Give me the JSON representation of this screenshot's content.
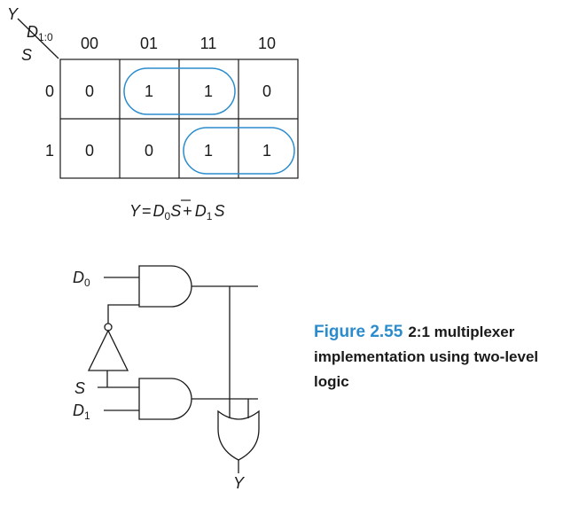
{
  "kmap": {
    "out_var": "Y",
    "col_var_base": "D",
    "col_var_sub": "1:0",
    "row_var": "S",
    "col_headers": [
      "00",
      "01",
      "11",
      "10"
    ],
    "row_headers": [
      "0",
      "1"
    ],
    "cells": [
      [
        "0",
        "1",
        "1",
        "0"
      ],
      [
        "0",
        "0",
        "1",
        "1"
      ]
    ],
    "loop_color": "#2b8ccd"
  },
  "equation": {
    "lhs": "Y",
    "eq": "=",
    "t1_var": "D",
    "t1_sub": "0",
    "t1_bar": "S",
    "plus": "+",
    "t2_var": "D",
    "t2_sub": "1",
    "t2_var2": "S"
  },
  "circuit": {
    "in0_base": "D",
    "in0_sub": "0",
    "sel": "S",
    "in1_base": "D",
    "in1_sub": "1",
    "out": "Y"
  },
  "caption": {
    "label": "Figure 2.55",
    "text": "2:1 multiplexer implementation using two-level logic"
  }
}
